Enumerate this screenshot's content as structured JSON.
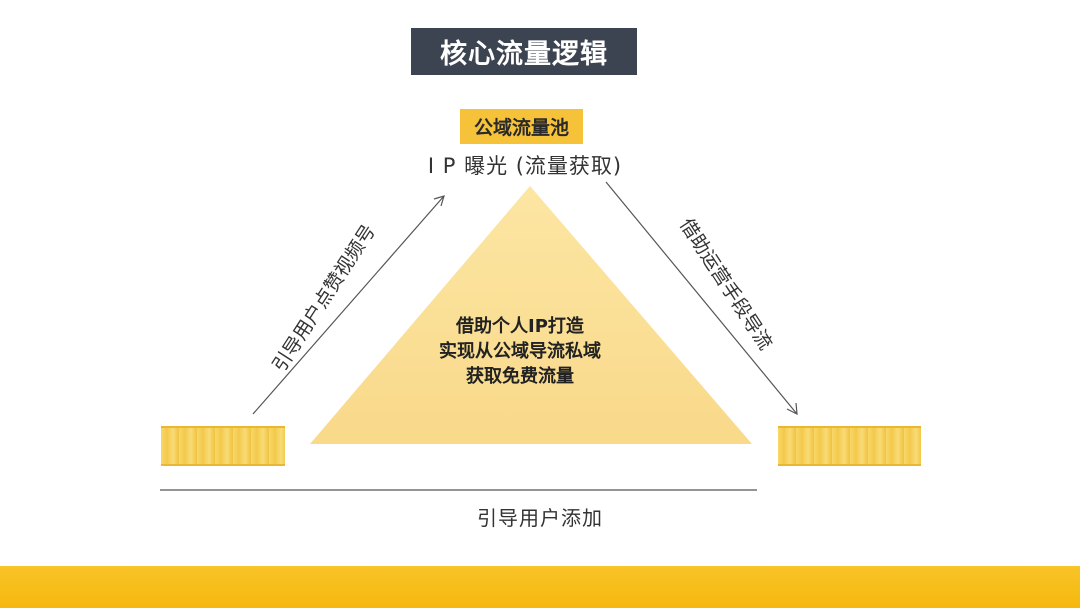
{
  "title": "核心流量逻辑",
  "top_node": {
    "label": "公域流量池",
    "caption": "I P 曝光 (流量获取)"
  },
  "center_text": [
    "借助个人IP打造",
    "实现从公域导流私域",
    "获取免费流量"
  ],
  "edges": {
    "left": "引导用户点赞视频号",
    "right": "借助运营手段导流",
    "bottom": "引导用户添加"
  },
  "colors": {
    "title_bg": "#3d4451",
    "accent": "#f6c23a",
    "triangle_fill": "#fbe19a",
    "footer": "#f6b80f"
  }
}
